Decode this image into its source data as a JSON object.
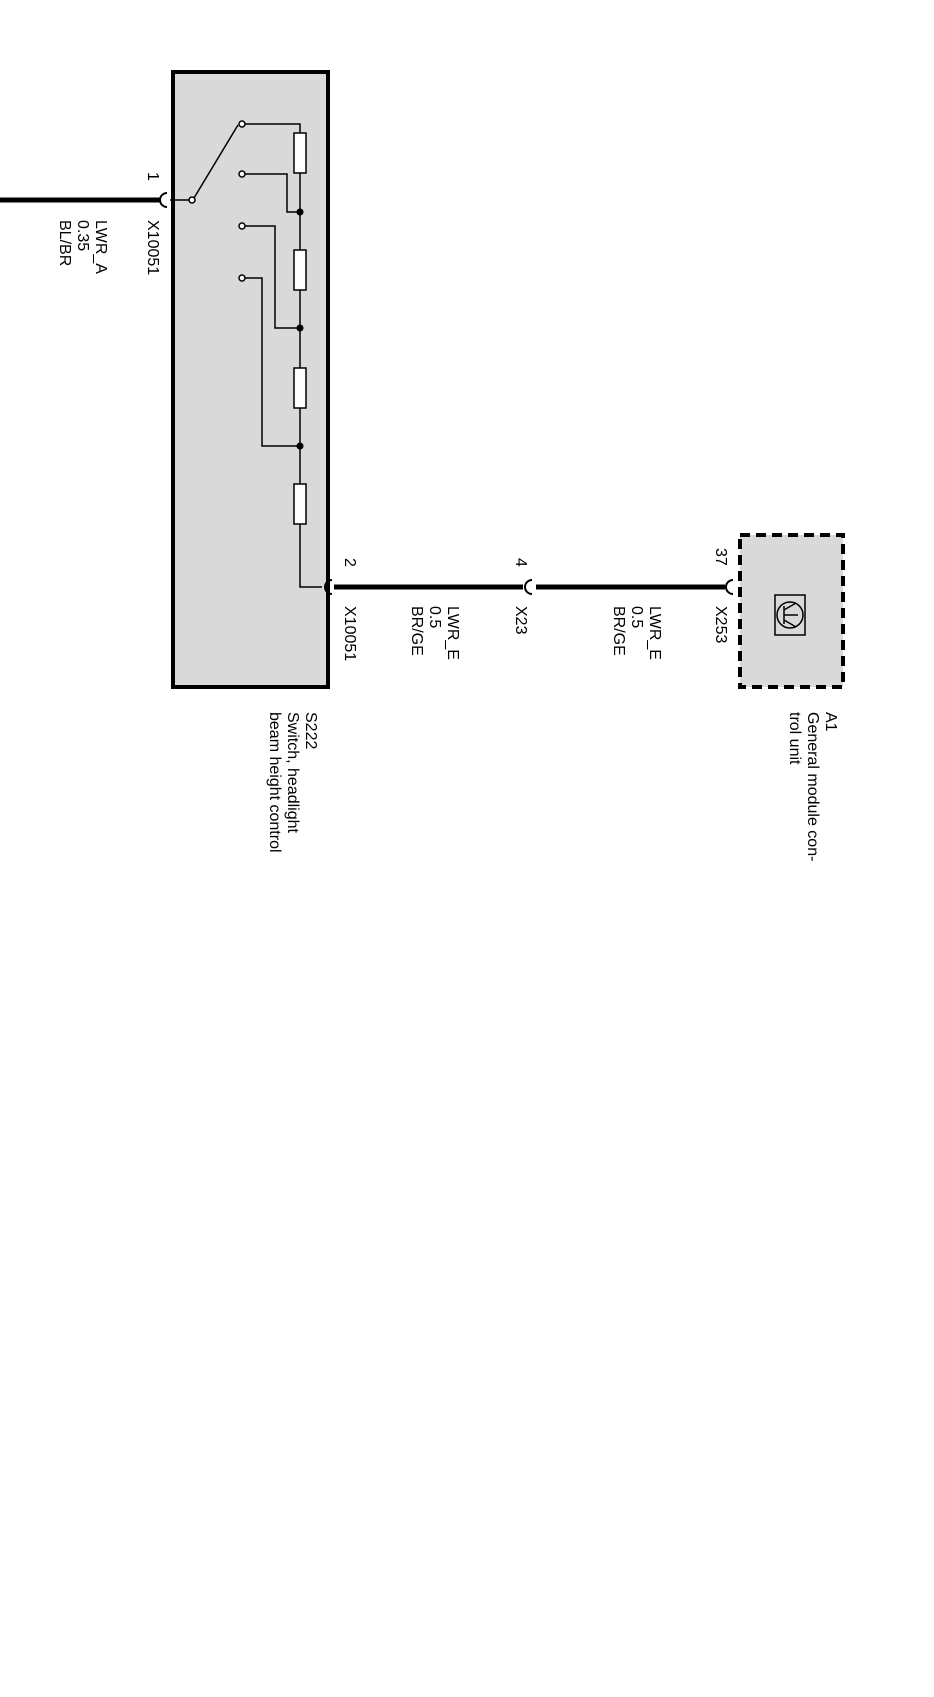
{
  "colors": {
    "wire": "#000000",
    "component_fill": "#d9d9d9",
    "background": "#ffffff"
  },
  "wire_a": {
    "name": "LWR_A",
    "gauge": "0.35",
    "color_code": "BL/BR"
  },
  "wire_e1": {
    "name": "LWR_E",
    "gauge": "0.5",
    "color_code": "BR/GE"
  },
  "wire_e2": {
    "name": "LWR_E",
    "gauge": "0.5",
    "color_code": "BR/GE"
  },
  "connectors": {
    "s222_pin1": {
      "pin": "1",
      "connector": "X10051"
    },
    "s222_pin2": {
      "pin": "2",
      "connector": "X10051"
    },
    "x23": {
      "pin": "4",
      "connector": "X23"
    },
    "a1_pin": {
      "pin": "37",
      "connector": "X253"
    }
  },
  "components": {
    "s222": {
      "id": "S222",
      "line1": "Switch, headlight",
      "line2": "beam  height control"
    },
    "a1": {
      "id": "A1",
      "line1": "General module con-",
      "line2": "trol unit",
      "icon": "transistor-icon"
    }
  }
}
